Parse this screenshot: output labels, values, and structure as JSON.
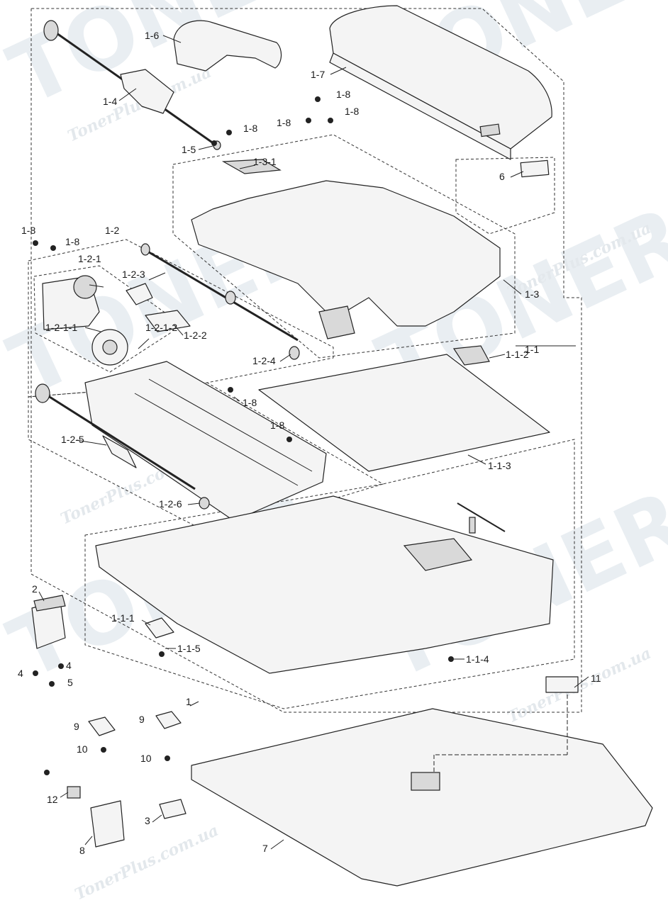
{
  "watermark": {
    "brand_big": "TONER",
    "brand_small": "TonerPlus.com.ua"
  },
  "callouts": {
    "c1": "1",
    "c1_1": "1-1",
    "c1_1_1": "1-1-1",
    "c1_1_2": "1-1-2",
    "c1_1_3": "1-1-3",
    "c1_1_4": "1-1-4",
    "c1_1_5": "1-1-5",
    "c1_2": "1-2",
    "c1_2_1": "1-2-1",
    "c1_2_1_1": "1-2-1-1",
    "c1_2_1_2": "1-2-1-2",
    "c1_2_2": "1-2-2",
    "c1_2_3": "1-2-3",
    "c1_2_4": "1-2-4",
    "c1_2_5": "1-2-5",
    "c1_2_6": "1-2-6",
    "c1_3": "1-3",
    "c1_3_1": "1-3-1",
    "c1_4": "1-4",
    "c1_5": "1-5",
    "c1_6": "1-6",
    "c1_7": "1-7",
    "c1_8": "1-8",
    "c2": "2",
    "c3": "3",
    "c4": "4",
    "c5": "5",
    "c6": "6",
    "c7": "7",
    "c8": "8",
    "c9": "9",
    "c10": "10",
    "c11": "11",
    "c12": "12"
  }
}
